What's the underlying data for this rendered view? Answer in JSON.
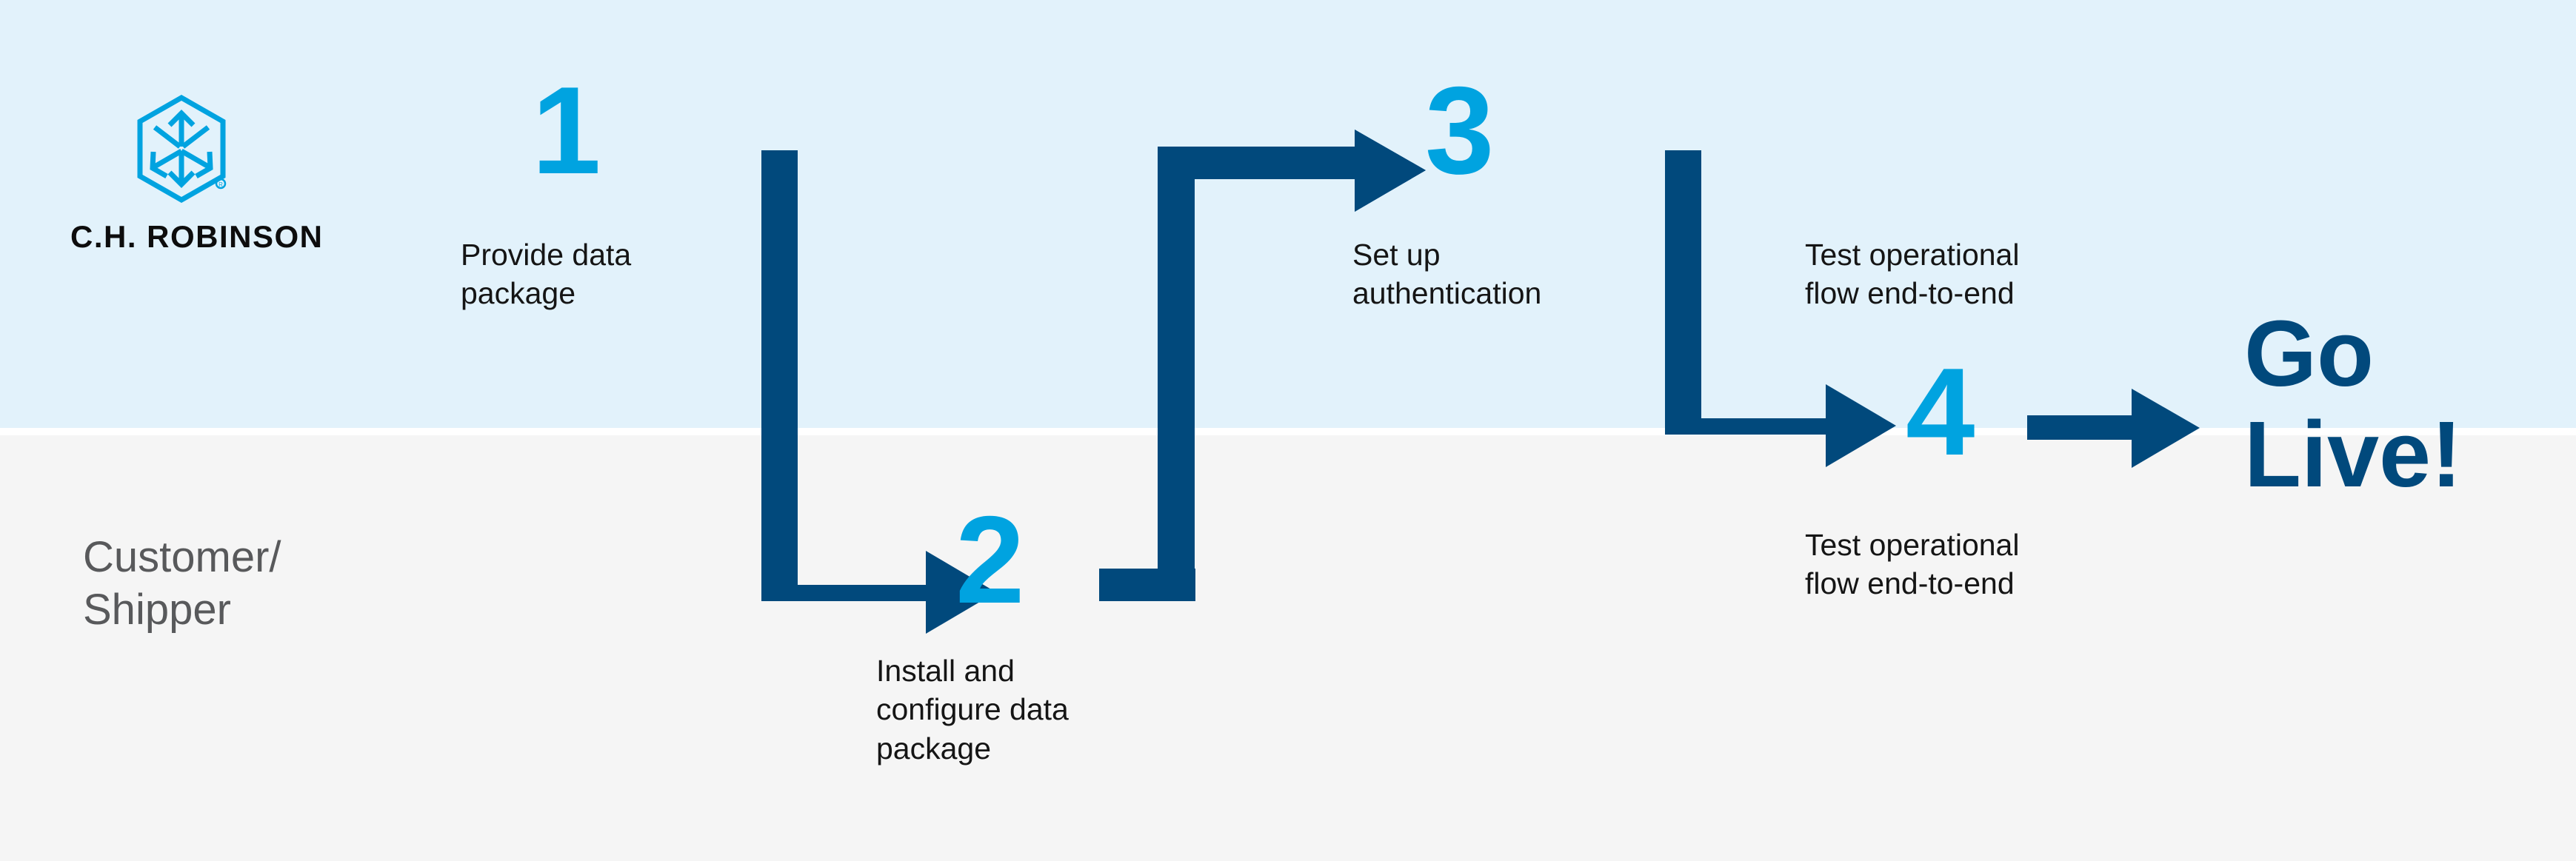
{
  "brand": {
    "name": "C.H. ROBINSON",
    "logo_icon": "hexagon-cube-arrows-icon",
    "registered_mark": "®",
    "colors": {
      "cyan": "#00a3e0",
      "navy": "#01497c",
      "band_top": "#e2f2fb",
      "band_bottom": "#f5f5f5",
      "caption_text": "#151515",
      "lane_text": "#58595b"
    }
  },
  "lane": {
    "label": "Customer/\nShipper"
  },
  "steps": [
    {
      "number": "1",
      "caption": "Provide data\npackage"
    },
    {
      "number": "2",
      "caption": "Install and\nconfigure data\npackage"
    },
    {
      "number": "3",
      "caption": "Set up\nauthentication"
    },
    {
      "number": "4",
      "caption": "Test operational\nflow end-to-end"
    }
  ],
  "extra_captions": {
    "test_flow_top": "Test operational\nflow end-to-end"
  },
  "final": {
    "label": "Go\nLive!"
  },
  "connectors": [
    {
      "name": "step1-to-step2",
      "shape": "right-then-down-then-right-arrow"
    },
    {
      "name": "step2-to-step3",
      "shape": "right-then-up-then-right-arrow"
    },
    {
      "name": "step3-to-step4",
      "shape": "right-then-down-then-right-arrow"
    },
    {
      "name": "step4-to-golive",
      "shape": "right-arrow"
    }
  ]
}
